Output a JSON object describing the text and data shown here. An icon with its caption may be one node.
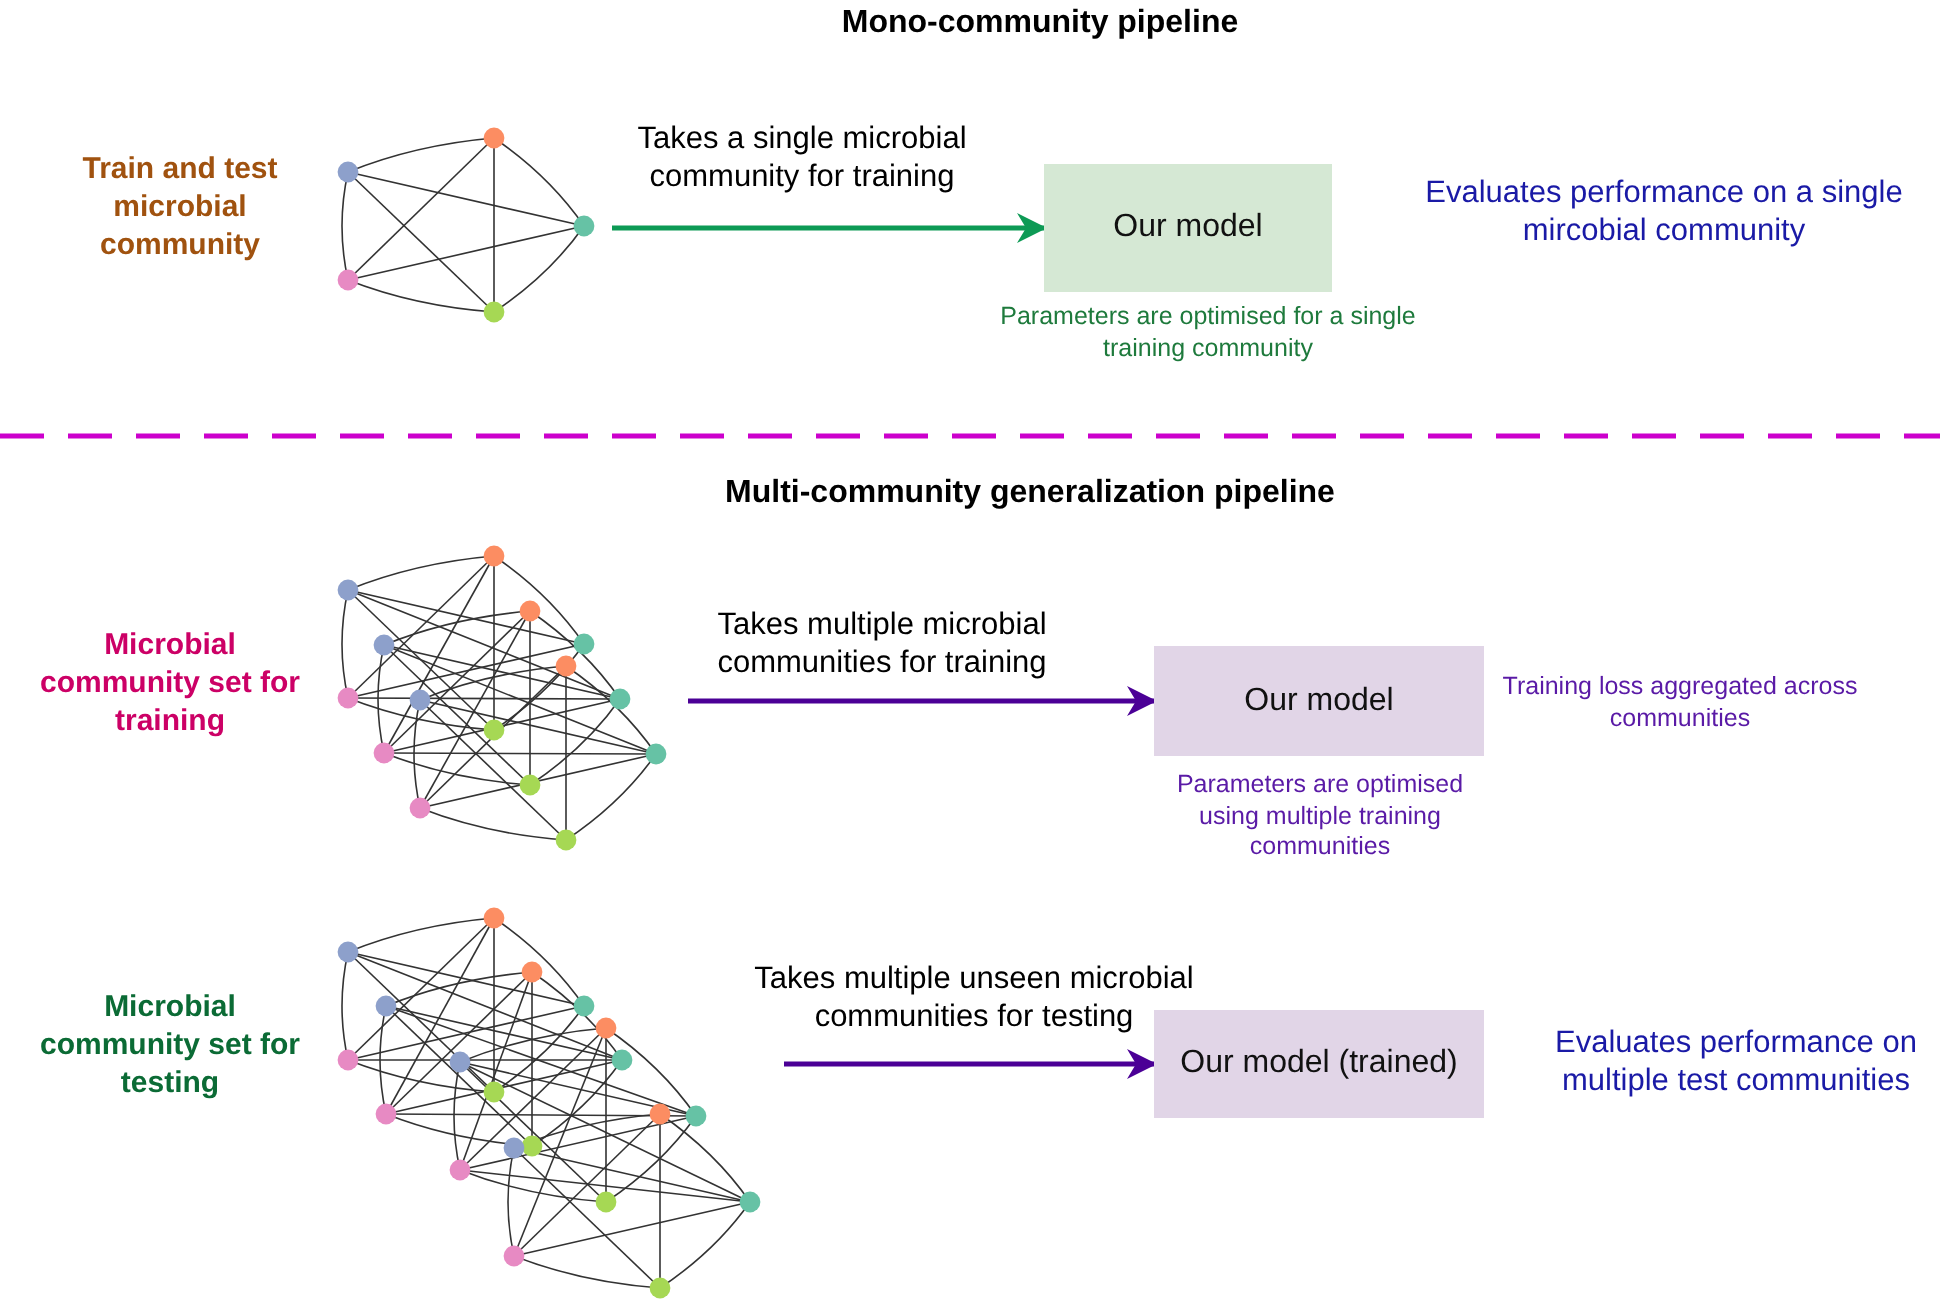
{
  "diagram": {
    "nodes": [
      {
        "text": [],
        "shape": "network",
        "beside": [
          "Train and test microbial community"
        ]
      },
      {
        "text": [
          "Our model"
        ],
        "beside": [
          "Parameters are optimised for a single training community"
        ]
      },
      {
        "text": [],
        "shape": "network",
        "beside": [
          "Microbial community set for training"
        ]
      },
      {
        "text": [
          "Our model"
        ],
        "beside": [
          "Parameters are optimised using multiple training communities"
        ]
      },
      {
        "text": [],
        "shape": "network",
        "beside": [
          "Microbial community set for testing"
        ]
      },
      {
        "text": [
          "Our model (trained)"
        ]
      }
    ],
    "edges": [
      {
        "from": 0,
        "to": 1,
        "arrow": "to",
        "label": "Takes a single microbial community for training",
        "color": "#0d9a55"
      },
      {
        "from": 2,
        "to": 3,
        "arrow": "to",
        "label": "Takes multiple microbial communities for training"
      },
      {
        "from": 4,
        "to": 5,
        "arrow": "to",
        "label": "Takes multiple unseen microbial communities for testing"
      }
    ],
    "labels": [
      "Mono-community pipeline",
      "Evaluates performance on a single mircobial community",
      "Multi-community generalization pipeline",
      "Training loss aggregated across communities",
      "Evaluates performance on multiple test communities"
    ]
  }
}
